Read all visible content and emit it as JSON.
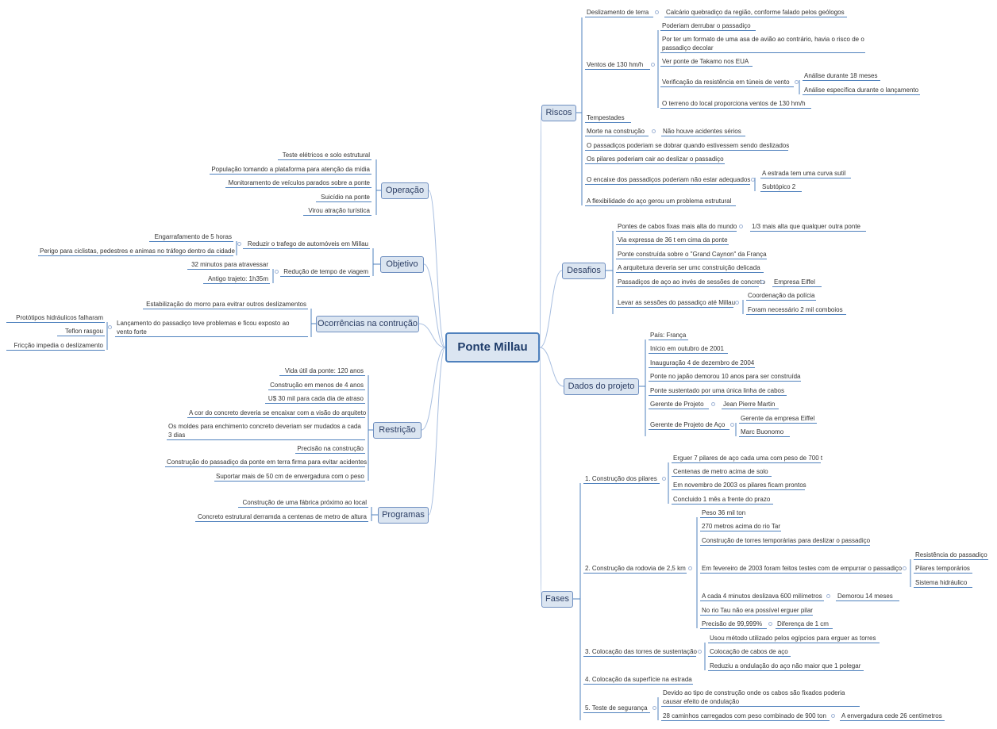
{
  "root": "Ponte Millau",
  "colors": {
    "line": "#4f81bd",
    "connector": "#a9bfe0",
    "topic_fill": "#dbe5f1"
  },
  "topics": {
    "riscos": {
      "label": "Riscos",
      "deslizamento": "Deslizamento de terra",
      "calcario": "Calcário quebradiço da região, conforme falado pelos geólogos",
      "ventos": "Ventos de 130 hm/h",
      "derrubar": "Poderiam derrubar o passadiço",
      "asa": "Por ter um formato de uma asa de avião ao contrário, havia o risco de o passadiço decolar",
      "takamo": "Ver ponte de Takamo nos EUA",
      "verificacao": "Verificação da resistência em túneis de vento",
      "analise18": "Análise durante 18 meses",
      "analise_esp": "Análise específica durante o lançamento",
      "terreno": "O terreno do local proporciona ventos de 130 hm/h",
      "tempestades": "Tempestades",
      "morte": "Morte na construção",
      "acidentes": "Não houve acidentes sérios",
      "dobrar": "O passadiços poderiam se dobrar quando estivessem sendo deslizados",
      "pilares_cair": "Os pilares poderiam cair ao deslizar o passadiço",
      "encaixe": "O encaixe dos passadiços poderiam não estar adequados",
      "curva": "A estrada tem uma curva sutil",
      "subtopico": "Subtópico 2",
      "flexibilidade": "A flexibilidade do aço gerou um problema estrutural"
    },
    "desafios": {
      "label": "Desafios",
      "cabos": "Pontes de cabos fixas mais alta do mundo",
      "um_terco": "1/3 mais alta que qualquer outra ponte",
      "via": "Via expressa de 36 t em cima da ponte",
      "canyon": "Ponte construída sobre o \"Grand Caynon\" da França",
      "arquitetura": "A arquitetura deveria ser umc construição delicada",
      "passadicos": "Passadiços de aço ao invés de sessões de concreto",
      "eiffel": "Empresa Eiffel",
      "levar": "Levar as sessões do passadiço até Millau",
      "policia": "Coordenação da polícia",
      "comboios": "Foram necessário 2 mil comboios"
    },
    "dados": {
      "label": "Dados do projeto",
      "pais": "País: França",
      "inicio": "Início em outubro de 2001",
      "inauguracao": "Inauguração 4 de dezembro de 2004",
      "japao": "Ponte no japão demorou 10 anos para ser construída",
      "sustentado": "Ponte sustentado por uma única linha de cabos",
      "gerente": "Gerente de Projeto",
      "jean": "Jean Pierre Martin",
      "gerente_aco": "Gerente de Projeto de Aço",
      "gerente_eiffel": "Gerente da empresa Eiffel",
      "marc": "Marc Buonomo"
    },
    "fases": {
      "label": "Fases",
      "f1": "1. Construção dos pilares",
      "f1a": "Erguer 7 pilares de aço cada uma com peso de 700 t",
      "f1b": "Centenas de metro acima de solo",
      "f1c": "Em novembro de 2003 os pilares ficam prontos",
      "f1d": "Concluido 1 mês a frente do prazo",
      "f2": "2. Construção da rodovia de 2,5 km",
      "f2a": "Peso 36 mil ton",
      "f2b": "270 metros acima do rio Tar",
      "f2c": "Construção de torres temporárias para deslizar o passadiço",
      "f2d": "Em fevereiro de 2003 foram feitos testes com de empurrar o passadiço",
      "f2d1": "Resistência do passadiço",
      "f2d2": "Pilares temporários",
      "f2d3": "Sistema hidráulico",
      "f2e": "A cada 4 minutos deslizava 600 milímetros",
      "f2e1": "Demorou 14 meses",
      "f2f": "No rio Tau não era possível erguer pilar",
      "f2g": "Precisão de 99,999%",
      "f2g1": "Diferença de 1 cm",
      "f3": "3. Colocação das torres de sustentação",
      "f3a": "Usou método utilizado pelos egípcios para erguer as torres",
      "f3b": "Colocação de cabos de aço",
      "f3c": "Reduziu a ondulação do aço não maior que 1 polegar",
      "f4": "4. Colocação da superfície na estrada",
      "f5": "5. Teste de segurança",
      "f5a": "Devido ao tipo de construção onde os cabos são fixados poderia causar efeito de ondulação",
      "f5b": "28 caminhos carregados com peso combinado de 900 ton",
      "f5b1": "A envergadura cede 26 centímetros"
    },
    "operacao": {
      "label": "Operação",
      "a": "Teste elétricos e solo estrutural",
      "b": "População tomando a plataforma para atenção da mídia",
      "c": "Monitoramento de veículos parados sobre a ponte",
      "d": "Suicídio na ponte",
      "e": "Virou atração turística"
    },
    "objetivo": {
      "label": "Objetivo",
      "reduzir": "Reduzir o trafego de automóveis em Millau",
      "engarrafamento": "Engarrafamento de 5 horas",
      "perigo": "Perigo para ciclistas, pedestres e animas no tráfego dentro da cidade",
      "reducao": "Redução de tempo de viagem",
      "min32": "32 minutos para atravessar",
      "antigo": "Antigo trajeto: 1h35m"
    },
    "ocorrencias": {
      "label": "Ocorrências na contrução",
      "estabilizacao": "Estabilização do morro para evitrar outros deslizamentos",
      "lancamento": "Lançamento do passadiço teve problemas e ficou exposto ao vento forte",
      "prototipos": "Protótipos hidráulicos falharam",
      "teflon": "Teflon rasgou",
      "friccao": "Fricção impedia o deslizamento"
    },
    "restricao": {
      "label": "Restrição",
      "a": "Vida útil da ponte: 120 anos",
      "b": "Construção em menos de 4 anos",
      "c": "U$ 30 mil para cada dia de atraso",
      "d": "A cor do concreto deveria se encaixar com a visão do arquiteto",
      "e": "Os moldes para enchimento concreto deveriam ser mudados a cada 3 dias",
      "f": "Precisão na construção",
      "g": "Construção do passadiço da ponte em terra firma para evitar acidentes",
      "h": "Suportar mais de 50 cm de envergadura com o peso"
    },
    "programas": {
      "label": "Programas",
      "a": "Construção de uma fábrica próximo ao local",
      "b": "Concreto estrutural derramda a centenas de metro de altura"
    }
  }
}
